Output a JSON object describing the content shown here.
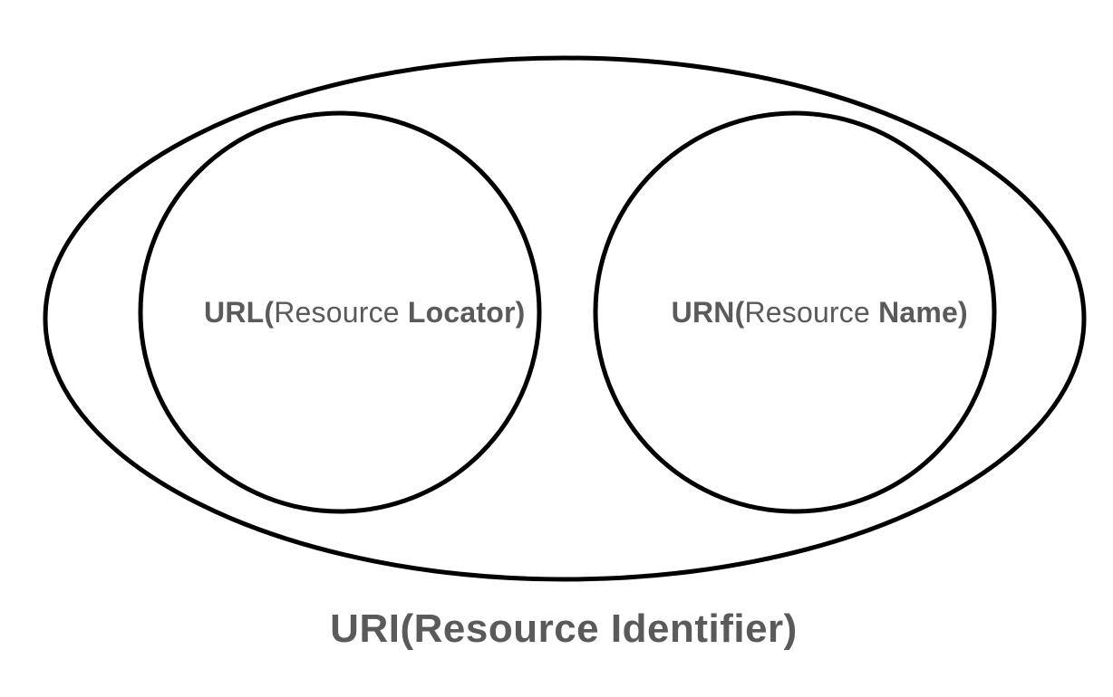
{
  "colors": {
    "background": "#ffffff",
    "shape_stroke": "#000000",
    "label_text": "#5a5a5a"
  },
  "diagram": {
    "type": "venn-containment",
    "outer_set": {
      "label": "URI(Resource Identifier)"
    },
    "inner_sets": [
      {
        "id": "url",
        "label_full": "URL(Resource Locator)",
        "label_bold_start": "URL(",
        "label_regular_middle": "Resource ",
        "label_bold_end": "Locator)"
      },
      {
        "id": "urn",
        "label_full": "URN(Resource Name)",
        "label_bold_start": "URN(",
        "label_regular_middle": "Resource ",
        "label_bold_end": "Name)"
      }
    ]
  }
}
